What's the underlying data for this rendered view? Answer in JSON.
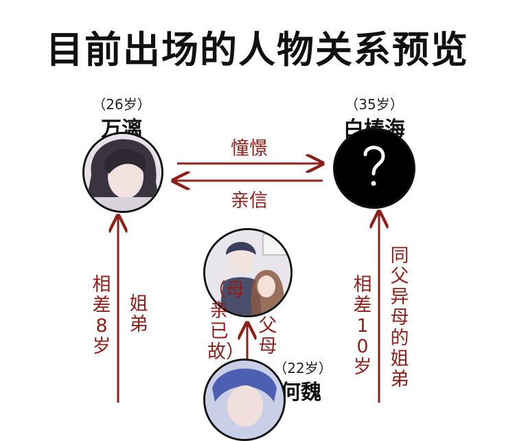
{
  "title": "目前出场的人物关系预览",
  "people": {
    "wan_li": {
      "age": "（26岁）",
      "name": "万漓"
    },
    "bai_chunhai": {
      "age": "（35岁）",
      "name": "白椿海"
    },
    "he_wei": {
      "age": "（22岁）",
      "name": "何魏"
    }
  },
  "relations": {
    "admire": "憧憬",
    "trust": "亲信",
    "age_gap_8": "相差8岁",
    "sister_brother": "姐弟",
    "mother_deceased": "（母亲已故）",
    "parents": "父母",
    "age_gap_10": "相差10岁",
    "half_siblings": "同父异母的姐弟"
  },
  "colors": {
    "arrow": "#8e1f1a",
    "title": "#111111"
  }
}
